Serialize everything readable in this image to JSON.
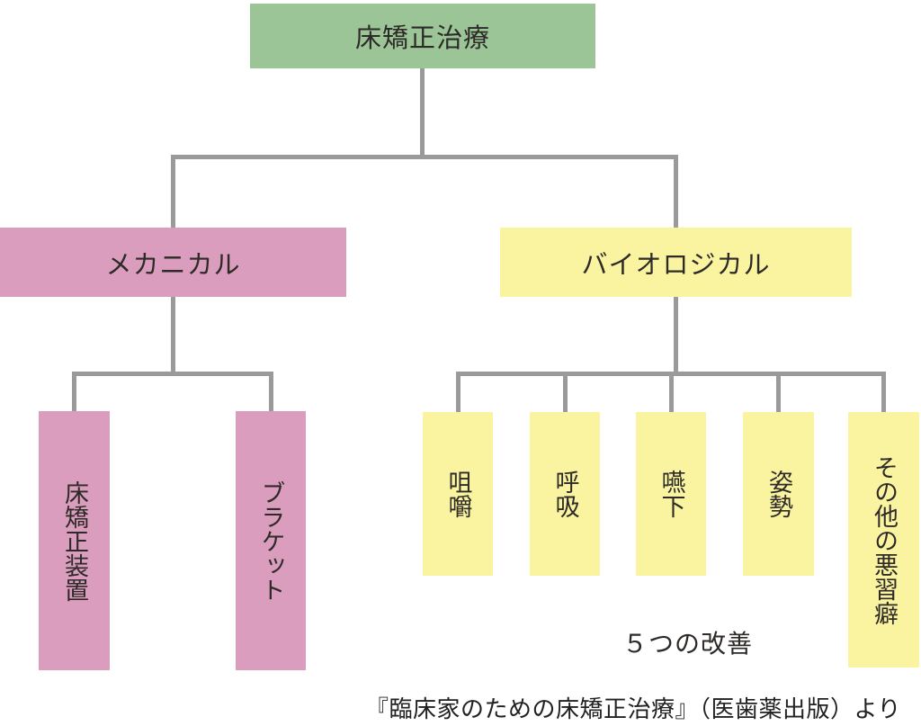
{
  "diagram": {
    "root": {
      "label": "床矯正治療"
    },
    "mechanical": {
      "label": "メカニカル",
      "children": [
        {
          "label": "床矯正装置"
        },
        {
          "label": "ブラケット"
        }
      ]
    },
    "biological": {
      "label": "バイオロジカル",
      "children": [
        {
          "label": "咀嚼"
        },
        {
          "label": "呼吸"
        },
        {
          "label": "嚥下"
        },
        {
          "label": "姿勢"
        },
        {
          "label": "その他の悪習癖"
        }
      ],
      "annotation": "５つの改善"
    },
    "citation": "『臨床家のための床矯正治療』（医歯薬出版）より"
  },
  "colors": {
    "root_box": "#9bc597",
    "mechanical_box": "#db9dbd",
    "biological_box": "#faf4a1",
    "connector": "#9a9a9a",
    "text": "#2d2a28"
  }
}
